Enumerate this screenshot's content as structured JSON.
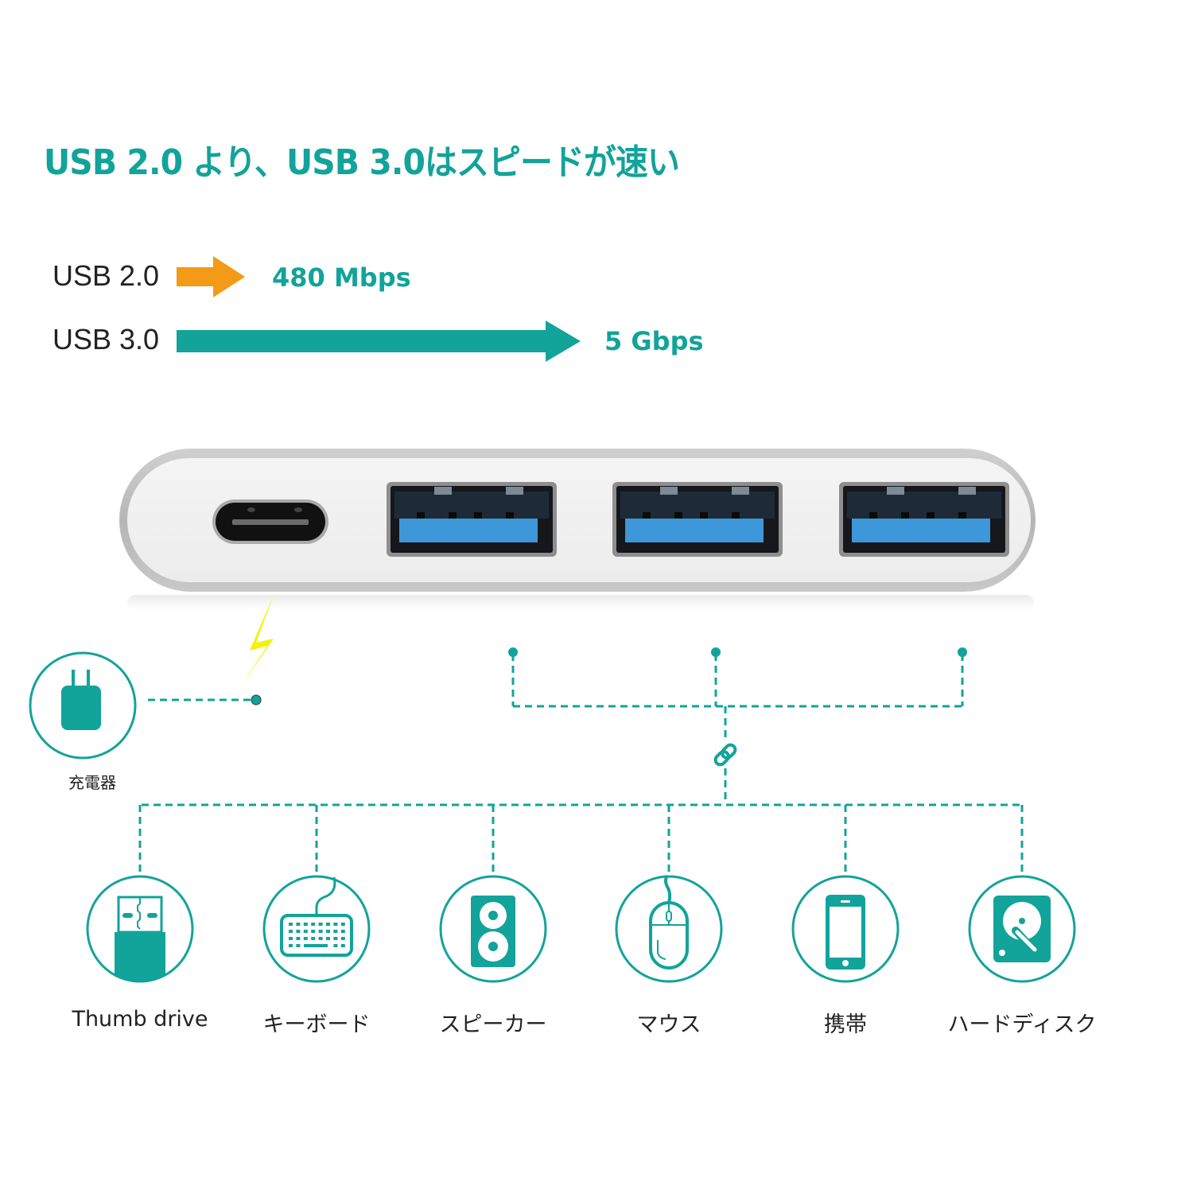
{
  "title": "USB 2.0 より、USB 3.0はスピードが速い",
  "colors": {
    "accent": "#12a39a",
    "usb2_arrow": "#f39a17",
    "usb3_arrow": "#12a39a",
    "lightning": "#f2f20a",
    "port_blue": "#3d97d9",
    "hub_silver": "#bdbdbd"
  },
  "speed_comparison": [
    {
      "label": "USB 2.0",
      "speed": "480 Mbps",
      "relative": 0.16
    },
    {
      "label": "USB 3.0",
      "speed": "5 Gbps",
      "relative": 1.0
    }
  ],
  "hub": {
    "ports": [
      {
        "type": "usb-c",
        "name": "USB-C"
      },
      {
        "type": "usb-a",
        "name": "USB 3.0"
      },
      {
        "type": "usb-a",
        "name": "USB 3.0"
      },
      {
        "type": "usb-a",
        "name": "USB 3.0"
      }
    ]
  },
  "charger": {
    "label": "充電器",
    "icon": "charger-plug-icon"
  },
  "link_icon": "link-icon",
  "devices": [
    {
      "label": "Thumb drive",
      "icon": "thumb-drive-icon"
    },
    {
      "label": "キーボード",
      "icon": "keyboard-icon"
    },
    {
      "label": "スピーカー",
      "icon": "speaker-icon"
    },
    {
      "label": "マウス",
      "icon": "mouse-icon"
    },
    {
      "label": "携帯",
      "icon": "phone-icon"
    },
    {
      "label": "ハードディスク",
      "icon": "hard-disk-icon"
    }
  ]
}
